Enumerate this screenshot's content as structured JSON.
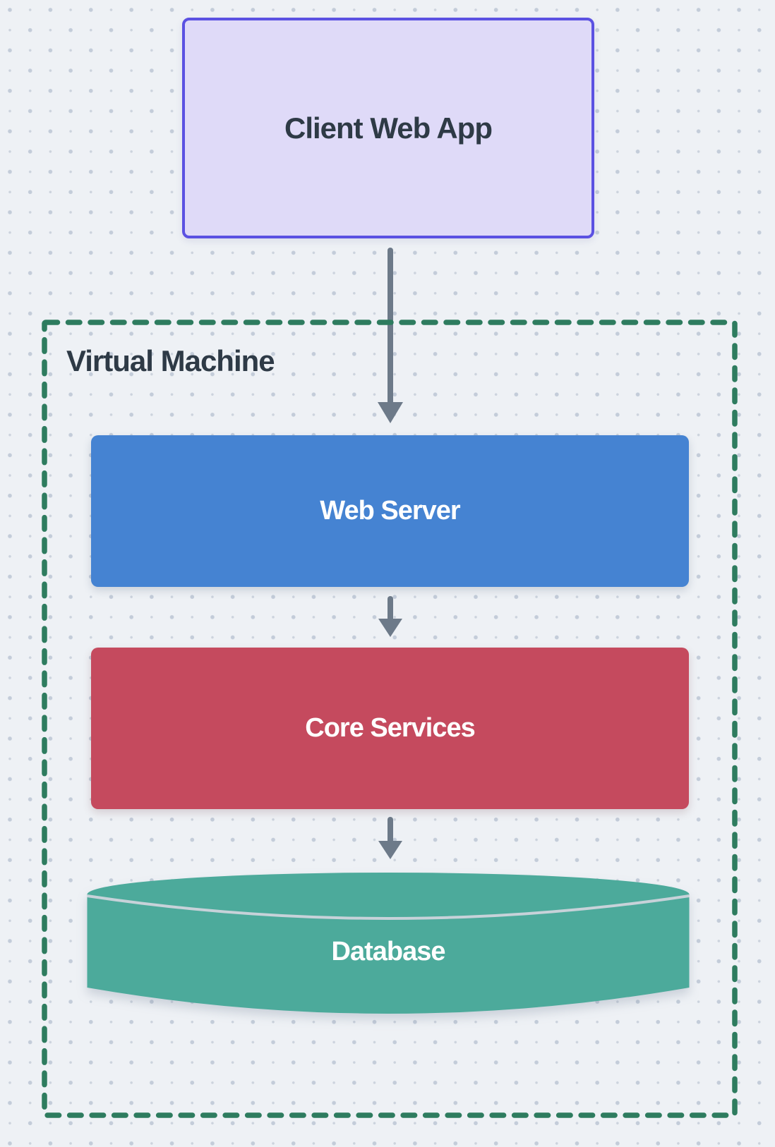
{
  "diagram": {
    "nodes": {
      "client": {
        "label": "Client Web App",
        "shape": "rounded-rect",
        "fill": "#dfdaf8",
        "border": "#5b51e2",
        "text_color": "#2e3a46"
      },
      "vm_group": {
        "label": "Virtual Machine",
        "shape": "dashed-container",
        "border": "#2e7c5f",
        "text_color": "#2e3a46"
      },
      "web_server": {
        "label": "Web Server",
        "shape": "rounded-rect",
        "fill": "#4583d2",
        "text_color": "#ffffff"
      },
      "core_services": {
        "label": "Core Services",
        "shape": "rounded-rect",
        "fill": "#c54a5e",
        "text_color": "#ffffff"
      },
      "database": {
        "label": "Database",
        "shape": "cylinder",
        "fill": "#4caa9b",
        "text_color": "#ffffff"
      }
    },
    "edges": [
      {
        "from": "client",
        "to": "web_server",
        "style": "arrow-down"
      },
      {
        "from": "web_server",
        "to": "core_services",
        "style": "arrow-down"
      },
      {
        "from": "core_services",
        "to": "database",
        "style": "arrow-down"
      }
    ],
    "colors": {
      "arrow": "#6d7a89",
      "canvas_bg": "#eef1f5",
      "grid_dot": "#c3ccd9",
      "cylinder_lid_edge": "#cdd4dc"
    }
  }
}
